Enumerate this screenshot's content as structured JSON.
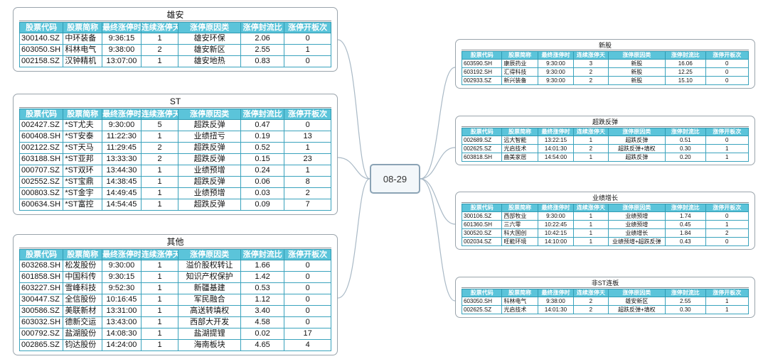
{
  "center_label": "08-29",
  "columns": [
    "股票代码",
    "股票简称",
    "最终涨停时",
    "连续涨停天",
    "涨停原因类",
    "涨停封流比",
    "涨停开板次"
  ],
  "nodes": [
    {
      "id": "xiongan",
      "title": "雄安",
      "rows": [
        [
          "300140.SZ",
          "中环装备",
          "9:36:15",
          "1",
          "雄安环保",
          "2.06",
          "0"
        ],
        [
          "603050.SH",
          "科林电气",
          "9:38:00",
          "2",
          "雄安新区",
          "2.55",
          "1"
        ],
        [
          "002158.SZ",
          "汉钟精机",
          "13:07:00",
          "1",
          "雄安地热",
          "0.83",
          "0"
        ]
      ]
    },
    {
      "id": "st",
      "title": "ST",
      "rows": [
        [
          "002427.SZ",
          "*ST尤夫",
          "9:30:00",
          "5",
          "超跌反弹",
          "0.47",
          "0"
        ],
        [
          "600408.SH",
          "*ST安泰",
          "11:22:30",
          "1",
          "业绩扭亏",
          "0.19",
          "13"
        ],
        [
          "002122.SZ",
          "*ST天马",
          "11:29:45",
          "2",
          "超跌反弹",
          "0.52",
          "1"
        ],
        [
          "603188.SH",
          "*ST亚邦",
          "13:33:30",
          "2",
          "超跌反弹",
          "0.15",
          "23"
        ],
        [
          "000707.SZ",
          "*ST双环",
          "13:44:30",
          "1",
          "业绩预增",
          "0.24",
          "1"
        ],
        [
          "002552.SZ",
          "*ST宝鼎",
          "14:38:45",
          "1",
          "超跌反弹",
          "0.06",
          "8"
        ],
        [
          "000803.SZ",
          "*ST金宇",
          "14:49:45",
          "1",
          "业绩预增",
          "0.03",
          "2"
        ],
        [
          "600634.SH",
          "*ST富控",
          "14:54:45",
          "1",
          "超跌反弹",
          "0.09",
          "7"
        ]
      ]
    },
    {
      "id": "other",
      "title": "其他",
      "rows": [
        [
          "603268.SH",
          "松发股份",
          "9:30:00",
          "1",
          "溢价股权转让",
          "1.66",
          "0"
        ],
        [
          "601858.SH",
          "中国科传",
          "9:30:15",
          "1",
          "知识产权保护",
          "1.42",
          "0"
        ],
        [
          "603227.SH",
          "雪峰科技",
          "9:52:30",
          "1",
          "新疆基建",
          "0.53",
          "0"
        ],
        [
          "300447.SZ",
          "全信股份",
          "10:16:45",
          "1",
          "军民融合",
          "1.12",
          "0"
        ],
        [
          "300586.SZ",
          "美联新材",
          "13:31:00",
          "1",
          "高送转填权",
          "3.40",
          "0"
        ],
        [
          "603032.SH",
          "德新交运",
          "13:43:00",
          "1",
          "西部大开发",
          "4.58",
          "0"
        ],
        [
          "000792.SZ",
          "盐湖股份",
          "14:08:30",
          "1",
          "盐湖提锂",
          "0.02",
          "17"
        ],
        [
          "002865.SZ",
          "钧达股份",
          "14:24:00",
          "1",
          "海南板块",
          "4.65",
          "4"
        ]
      ]
    },
    {
      "id": "new",
      "title": "新股",
      "rows": [
        [
          "603590.SH",
          "康辰药业",
          "9:30:00",
          "3",
          "新股",
          "16.06",
          "0"
        ],
        [
          "603192.SH",
          "汇得科技",
          "9:30:00",
          "2",
          "新股",
          "12.25",
          "0"
        ],
        [
          "002933.SZ",
          "新兴装备",
          "9:30:00",
          "2",
          "新股",
          "15.10",
          "0"
        ]
      ]
    },
    {
      "id": "rebound",
      "title": "超跌反弹",
      "rows": [
        [
          "002689.SZ",
          "远大智能",
          "13:22:15",
          "1",
          "超跌反弹",
          "0.51",
          "0"
        ],
        [
          "002625.SZ",
          "光启技术",
          "14:01:30",
          "2",
          "超跌反弹+填权",
          "0.30",
          "1"
        ],
        [
          "603818.SH",
          "曲美家居",
          "14:54:00",
          "1",
          "超跌反弹",
          "0.20",
          "1"
        ]
      ]
    },
    {
      "id": "growth",
      "title": "业绩增长",
      "rows": [
        [
          "300106.SZ",
          "西部牧业",
          "9:30:00",
          "1",
          "业绩预增",
          "1.74",
          "0"
        ],
        [
          "601360.SH",
          "三六零",
          "10:22:45",
          "1",
          "业绩预增",
          "0.45",
          "1"
        ],
        [
          "300520.SZ",
          "科大国创",
          "10:42:15",
          "1",
          "业绩增长",
          "1.84",
          "2"
        ],
        [
          "002034.SZ",
          "旺能环境",
          "14:10:00",
          "1",
          "业绩预增+超跌反弹",
          "0.43",
          "0"
        ]
      ]
    },
    {
      "id": "nonst",
      "title": "非ST连板",
      "rows": [
        [
          "603050.SH",
          "科林电气",
          "9:38:00",
          "2",
          "雄安新区",
          "2.55",
          "1"
        ],
        [
          "002625.SZ",
          "光启技术",
          "14:01:30",
          "2",
          "超跌反弹+填权",
          "0.30",
          "1"
        ]
      ]
    }
  ]
}
